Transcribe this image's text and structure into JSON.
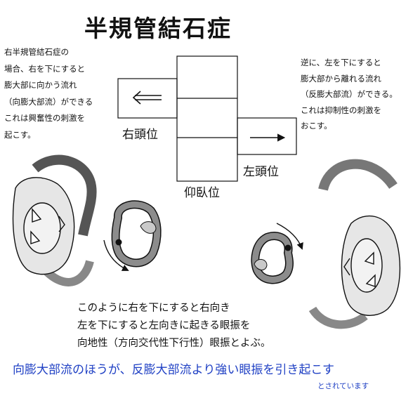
{
  "title": "半規管結石症",
  "left_note": "右半規管結石症の\n場合、右を下にすると\n膨大部に向かう流れ\n（向膨大部流）ができる\nこれは興奮性の刺激を\n起こす。",
  "right_note": "逆に、左を下にすると\n膨大部から離れる流れ\n（反膨大部流）ができる。\nこれは抑制性の刺激を\nおこす。",
  "labels": {
    "right_head": "右頭位",
    "left_head": "左頭位",
    "supine": "仰臥位"
  },
  "summary": "このように右を下にすると右向き\n左を下にすると左向きに起きる眼振を\n向地性（方向交代性下行性）眼振とよぶ。",
  "conclusion": "向膨大部流のほうが、反膨大部流より強い眼振を引き起こす",
  "footnote": "とされています",
  "colors": {
    "outline": "#111111",
    "head_fill": "#e6e6e6",
    "canal_fill": "#c9c9c9",
    "canal_dark": "#8c8c8c",
    "accent_blue": "#1f40c4"
  }
}
